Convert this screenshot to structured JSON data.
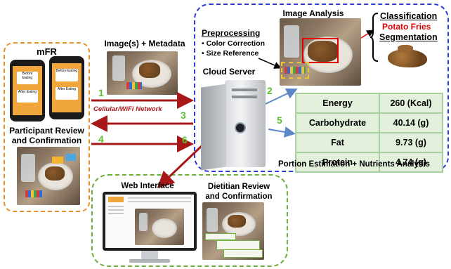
{
  "mfr": {
    "title": "mFR",
    "review_title": "Participant Review and Confirmation",
    "phone_cards": [
      "Before Eating",
      "After Eating"
    ]
  },
  "transfer": {
    "image_metadata": "Image(s) + Metadata",
    "network": "Cellular/WiFi Network"
  },
  "server": {
    "label": "Cloud Server"
  },
  "analysis": {
    "title": "Image Analysis",
    "preprocessing": "Preprocessing",
    "steps": [
      "Color Correction",
      "Size Reference"
    ],
    "classification": "Classification",
    "food_class": "Potato Fries",
    "segmentation": "Segmentation"
  },
  "nutrients": {
    "rows": [
      {
        "name": "Energy",
        "value": "260 (Kcal)"
      },
      {
        "name": "Carbohydrate",
        "value": "40.14 (g)"
      },
      {
        "name": "Fat",
        "value": "9.73 (g)"
      },
      {
        "name": "Protein",
        "value": "4.74 (g)"
      }
    ],
    "caption": "Portion Estimation + Nutrients Analysis"
  },
  "web": {
    "title": "Web Interface",
    "dietitian": "Dietitian Review and Confirmation"
  },
  "step_numbers": [
    "1",
    "2",
    "3",
    "4",
    "5",
    "6"
  ],
  "colors": {
    "arrow": "#a81818",
    "blue_arrow": "#5b86c8",
    "step_green": "#5bbf2d",
    "highlight_red": "#e00000"
  }
}
